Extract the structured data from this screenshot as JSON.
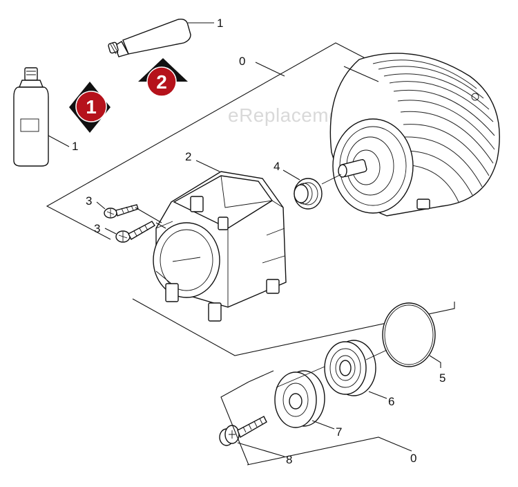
{
  "watermark": "eReplacementParts.com",
  "badges": [
    {
      "number": "1",
      "color": "#b5121b"
    },
    {
      "number": "2",
      "color": "#b5121b"
    }
  ],
  "labels": {
    "tube": "1",
    "bottle": "1",
    "assembly_top": "0",
    "housing": "2",
    "screw_a": "3",
    "screw_b": "3",
    "seal": "4",
    "oring": "5",
    "bearing": "6",
    "cap": "7",
    "bolt": "8",
    "assembly_bottom": "0"
  }
}
